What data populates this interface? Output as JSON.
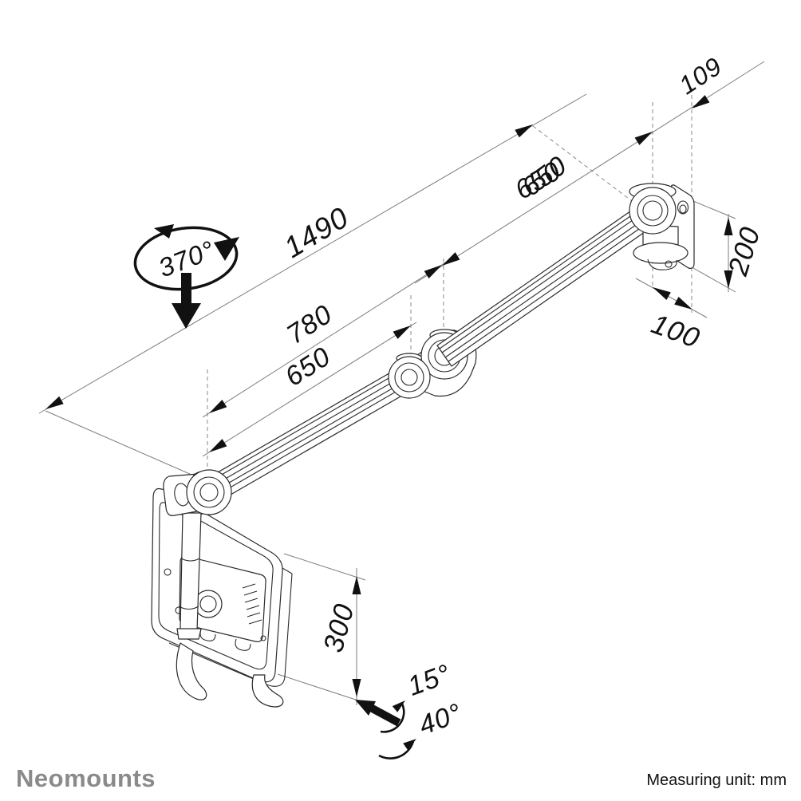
{
  "diagram": {
    "type": "product-dimension-drawing",
    "product": "wall mount arm with monitor",
    "dimensions": {
      "length_total": "1490",
      "upper_segment": "650",
      "upper_segment_overlap": "650",
      "wall_offset": "109",
      "mid_segment": "780",
      "lower_segment": "650",
      "bracket_height": "200",
      "bracket_depth": "100",
      "drop_height": "300"
    },
    "angles": {
      "rotation": "370°",
      "tilt_up": "15°",
      "tilt_down": "40°"
    },
    "footer": {
      "brand": "Neomounts",
      "note": "Measuring unit: mm"
    },
    "colors": {
      "background": "#ffffff",
      "line": "#2a2a2a",
      "dimension_line": "#7d7d7d",
      "text": "#111111",
      "brand_gray": "#8a8a8a"
    }
  }
}
